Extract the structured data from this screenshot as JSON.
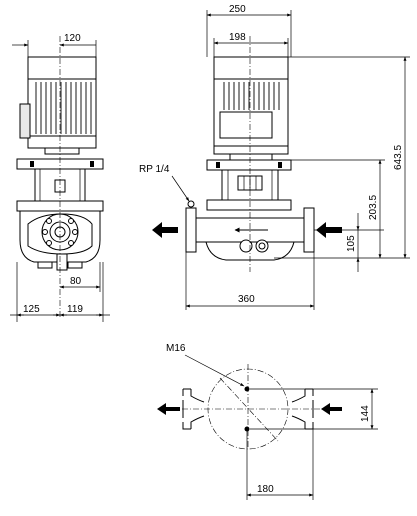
{
  "front_view": {
    "dim_motor_width": "120",
    "dim_outlet_offset": "80",
    "dim_left_half": "125",
    "dim_right_half": "119"
  },
  "side_view": {
    "dim_overall_width": "250",
    "dim_motor_width": "198",
    "dim_total_height": "643.5",
    "dim_port_height": "203.5",
    "dim_foot_height": "105",
    "dim_port_to_port": "360",
    "label_vent_plug": "RP 1/4"
  },
  "base_view": {
    "label_bolt": "M16",
    "dim_bolt_spacing_y": "144",
    "dim_bolt_spacing_x": "180"
  }
}
